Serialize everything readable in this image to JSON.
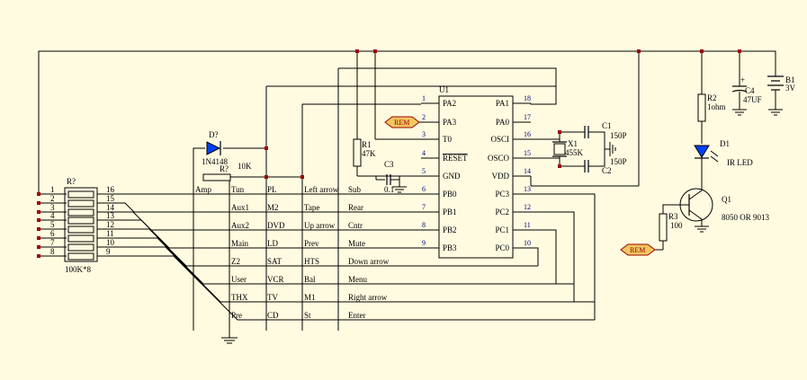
{
  "colors": {
    "background": "#fffbe0",
    "wire": "#000000",
    "junction": "#a00000",
    "pin_number": "#000080",
    "net_label_fill": "#f0c860",
    "led": "#0040ff",
    "ic_fill": "#fffbe0"
  },
  "ic": {
    "ref": "U1",
    "left_pins": [
      {
        "num": "1",
        "name": "PA2"
      },
      {
        "num": "2",
        "name": "PA3"
      },
      {
        "num": "3",
        "name": "T0"
      },
      {
        "num": "4",
        "name": "RESET"
      },
      {
        "num": "5",
        "name": "GND"
      },
      {
        "num": "6",
        "name": "PB0"
      },
      {
        "num": "7",
        "name": "PB1"
      },
      {
        "num": "8",
        "name": "PB2"
      },
      {
        "num": "9",
        "name": "PB3"
      }
    ],
    "right_pins": [
      {
        "num": "18",
        "name": "PA1"
      },
      {
        "num": "17",
        "name": "PA0"
      },
      {
        "num": "16",
        "name": "OSCI"
      },
      {
        "num": "15",
        "name": "OSCO"
      },
      {
        "num": "14",
        "name": "VDD"
      },
      {
        "num": "13",
        "name": "PC3"
      },
      {
        "num": "12",
        "name": "PC2"
      },
      {
        "num": "11",
        "name": "PC1"
      },
      {
        "num": "10",
        "name": "PC0"
      }
    ]
  },
  "resistor_array": {
    "ref": "R?",
    "value": "100K*8",
    "left_pins": [
      "1",
      "2",
      "3",
      "4",
      "5",
      "6",
      "7",
      "8"
    ],
    "right_pins": [
      "16",
      "15",
      "14",
      "13",
      "12",
      "11",
      "10",
      "9"
    ]
  },
  "diode": {
    "ref": "D?",
    "value": "1N4148"
  },
  "r7": {
    "ref": "R?",
    "value": "10K"
  },
  "r1": {
    "ref": "R1",
    "value": "47K"
  },
  "c3": {
    "ref": "C3",
    "value": "0.1"
  },
  "x1": {
    "ref": "X1",
    "value": "455K"
  },
  "c1": {
    "ref": "C1",
    "value": "150P"
  },
  "c2": {
    "ref": "C2",
    "value": "150P"
  },
  "r2": {
    "ref": "R2",
    "value": "1ohm"
  },
  "d1": {
    "ref": "D1",
    "value": "IR LED"
  },
  "c4": {
    "ref": "C4",
    "value": "47UF",
    "polarity": "+"
  },
  "b1": {
    "ref": "B1",
    "value": "3V"
  },
  "q1": {
    "ref": "Q1",
    "value": "8050 OR 9013"
  },
  "r3": {
    "ref": "R3",
    "value": "100"
  },
  "net_labels": [
    "REM",
    "REM"
  ],
  "key_matrix": {
    "col1": [
      "Amp"
    ],
    "col2": [
      "Tun",
      "Aux1",
      "Aux2",
      "Main",
      "Z2",
      "User",
      "THX",
      "Pre"
    ],
    "col3": [
      "PL",
      "M2",
      "DVD",
      "LD",
      "SAT",
      "VCR",
      "TV",
      "CD"
    ],
    "col4": [
      "Left arrow",
      "Tape",
      "Up arrow",
      "Prev",
      "HTS",
      "Bal",
      "M1",
      "St"
    ],
    "col5": [
      "Sub",
      "Rear",
      "Cntr",
      "Mute",
      "Down arrow",
      "Menu",
      "Right arrow",
      "Enter"
    ]
  }
}
